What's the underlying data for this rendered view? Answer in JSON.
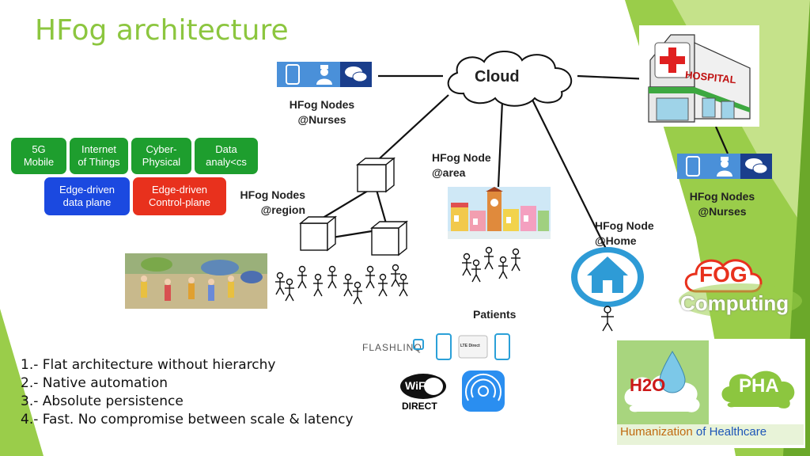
{
  "title": "HFog architecture",
  "cloud": {
    "label": "Cloud"
  },
  "hospital": {
    "sign": "HOSPITAL"
  },
  "nodes": {
    "nurses_left": [
      "HFog Nodes",
      "@Nurses"
    ],
    "nurses_right": [
      "HFog Nodes",
      "@Nurses"
    ],
    "region": [
      "HFog Nodes",
      "@region"
    ],
    "area": [
      "HFog Node",
      "@area"
    ],
    "home": [
      "HFog Node",
      "@Home"
    ]
  },
  "patients_label": "Patients",
  "tech_chips": [
    [
      "5G",
      "Mobile"
    ],
    [
      "Internet",
      "of Things"
    ],
    [
      "Cyber-",
      "Physical"
    ],
    [
      "Data",
      "analy<cs"
    ]
  ],
  "plane_chips": [
    [
      "Edge-driven",
      "data plane"
    ],
    [
      "Edge-driven",
      "Control-plane"
    ]
  ],
  "features": [
    "1.- Flat architecture without hierarchy",
    "2.- Native automation",
    "3.- Absolute persistence",
    "4.- Fast. No compromise between scale & latency"
  ],
  "brands": {
    "flashlinq": "FLASHLINQ",
    "lte_direct": "LTE Direct",
    "wifi": "WiFi",
    "wifi_direct": "DIRECT",
    "fog": "FOG",
    "computing": "Computing",
    "h2o": "H2O",
    "pha": "PHA",
    "humanization": "Humanization",
    "of_healthcare": "of Healthcare"
  },
  "icons": [
    "tablet-icon",
    "nurse-icon",
    "chat-bubbles-icon",
    "house-icon",
    "person-icon"
  ],
  "colors": {
    "title_green": "#8cc63f",
    "chip_green": "#1e9e2e",
    "chip_blue": "#1b49e0",
    "chip_red": "#e8311d",
    "icon_bar_blue": "#4a90d9",
    "icon_bar_dark": "#1a3e8c",
    "home_blue": "#2e9bd6"
  }
}
